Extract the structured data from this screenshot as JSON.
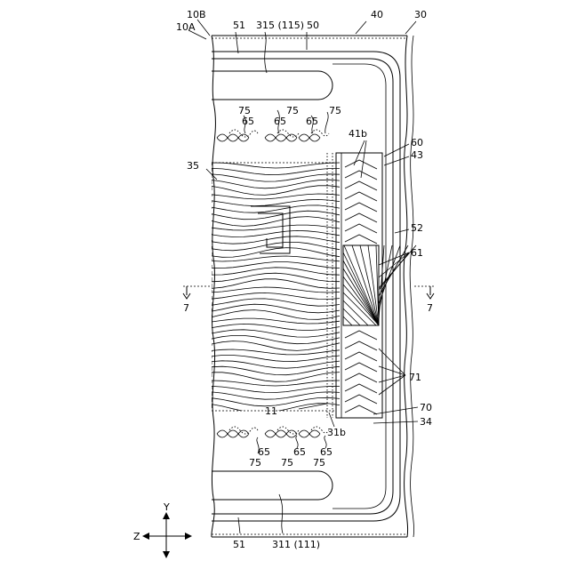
{
  "labels": {
    "l10B": "10B",
    "l10A": "10A",
    "l51_top": "51",
    "l315": "315 (115)",
    "l50": "50",
    "l40": "40",
    "l30": "30",
    "l75_a": "75",
    "l75_b": "75",
    "l75_c": "75",
    "l65_a": "65",
    "l65_b": "65",
    "l65_c": "65",
    "l41b": "41b",
    "l60": "60",
    "l43": "43",
    "l35": "35",
    "l52": "52",
    "l61": "61",
    "l7_left": "7",
    "l7_right": "7",
    "l71": "71",
    "l11": "11",
    "l70": "70",
    "l31b": "31b",
    "l34": "34",
    "l65_d": "65",
    "l65_e": "65",
    "l65_f": "65",
    "l75_d": "75",
    "l75_e": "75",
    "l75_f": "75",
    "axis_y": "Y",
    "axis_z": "Z",
    "l51_bot": "51",
    "l311": "311 (111)"
  }
}
